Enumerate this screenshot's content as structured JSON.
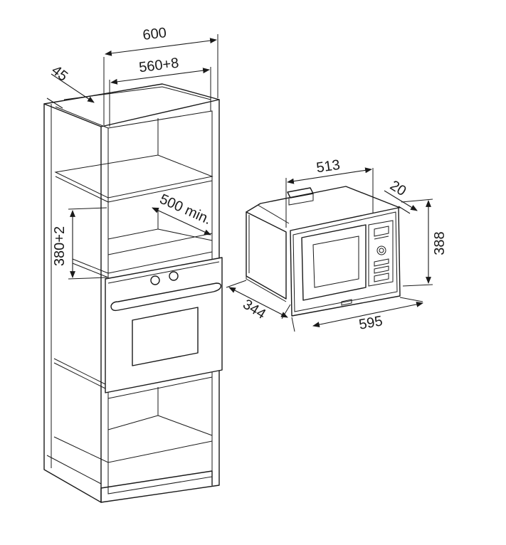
{
  "dimensions": {
    "cabinet_width": "600",
    "niche_width": "560+8",
    "panel_thickness": "45",
    "niche_height": "380+2",
    "depth_min": "500 min.",
    "appliance_top_depth": "513",
    "frame_offset": "20",
    "appliance_height": "388",
    "appliance_depth": "344",
    "appliance_width": "595"
  },
  "colors": {
    "line": "#1a1a1a",
    "background": "#ffffff"
  }
}
